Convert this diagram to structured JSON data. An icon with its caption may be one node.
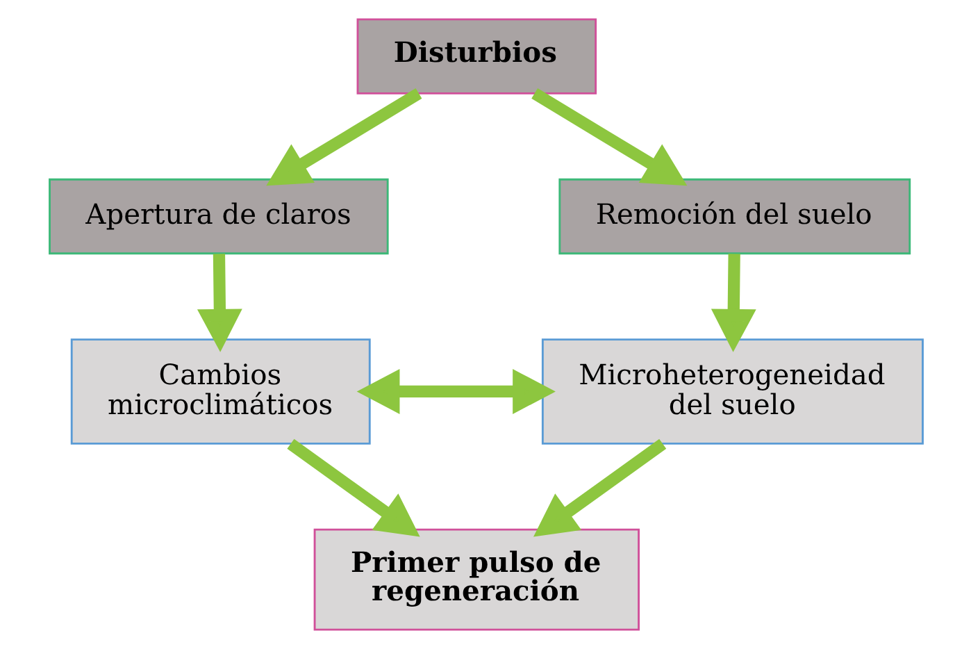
{
  "diagram": {
    "nodes": [
      {
        "text": [
          "Disturbios"
        ]
      },
      {
        "text": [
          "Apertura de claros"
        ]
      },
      {
        "text": [
          "Remoción del suelo"
        ]
      },
      {
        "text": [
          "Cambios microclimáticos"
        ]
      },
      {
        "text": [
          "Microheterogeneidad del suelo"
        ]
      },
      {
        "text": [
          "Primer pulso de regeneración"
        ]
      }
    ],
    "edges": [
      {
        "from": 0,
        "to": 1,
        "arrow": "to"
      },
      {
        "from": 0,
        "to": 2,
        "arrow": "to"
      },
      {
        "from": 1,
        "to": 3,
        "arrow": "to"
      },
      {
        "from": 2,
        "to": 4,
        "arrow": "to"
      },
      {
        "from": 3,
        "to": 4,
        "arrow": "both"
      },
      {
        "from": 3,
        "to": 5,
        "arrow": "to"
      },
      {
        "from": 4,
        "to": 5,
        "arrow": "to"
      }
    ]
  }
}
